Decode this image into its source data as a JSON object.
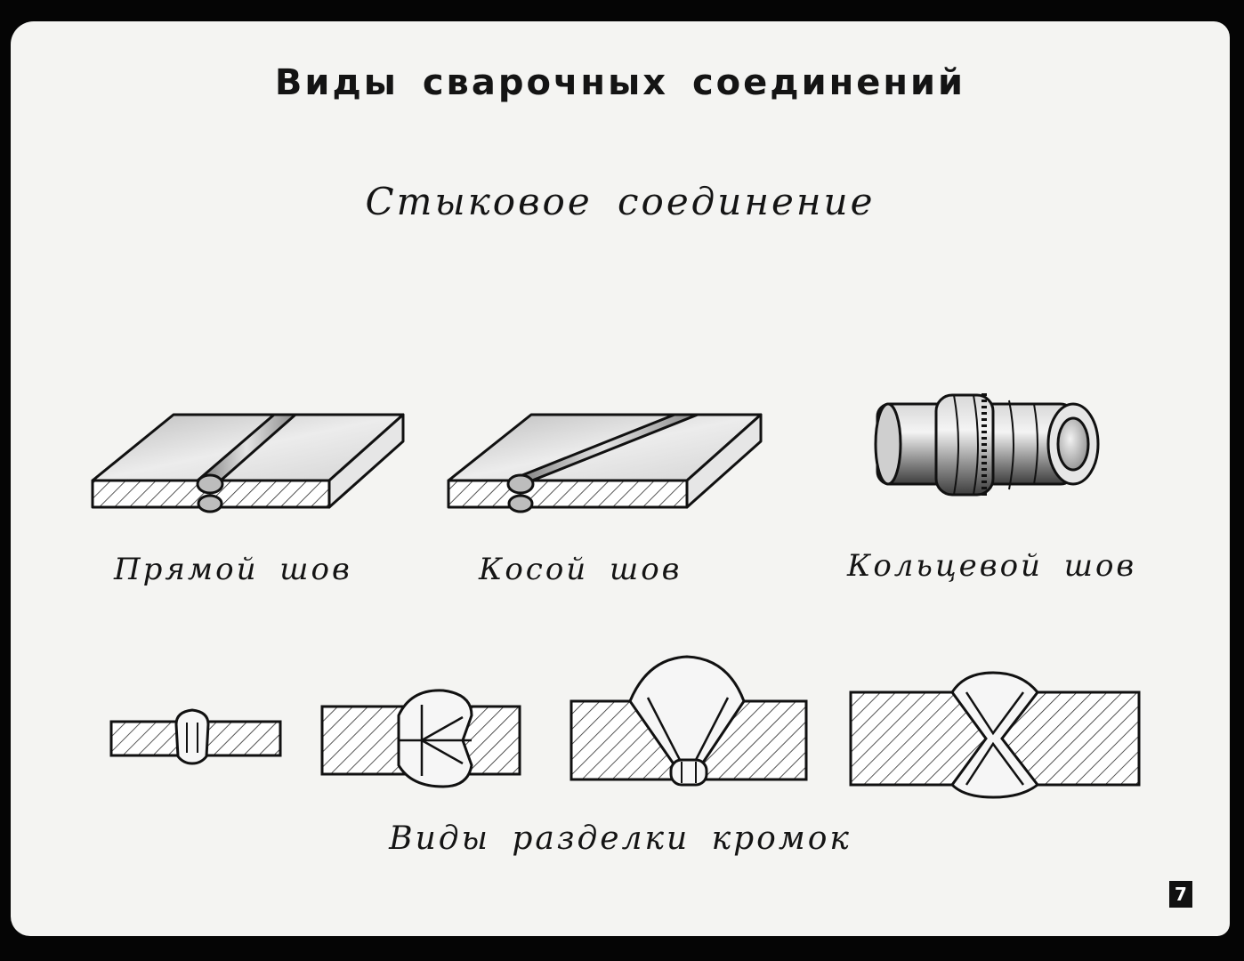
{
  "title": "Виды сварочных соединений",
  "subtitle": "Стыковое соединение",
  "seam_types": [
    {
      "label": "Прямой шов",
      "icon": "straight-seam-plates-icon"
    },
    {
      "label": "Косой шов",
      "icon": "oblique-seam-plates-icon"
    },
    {
      "label": "Кольцевой шов",
      "icon": "ring-seam-pipe-icon"
    }
  ],
  "edge_preparation": {
    "label": "Виды разделки кромок",
    "icons": [
      "no-bevel-edge-icon",
      "x-bevel-edge-icon",
      "v-bevel-edge-icon",
      "double-v-bevel-edge-icon"
    ]
  },
  "slide_number": "7"
}
